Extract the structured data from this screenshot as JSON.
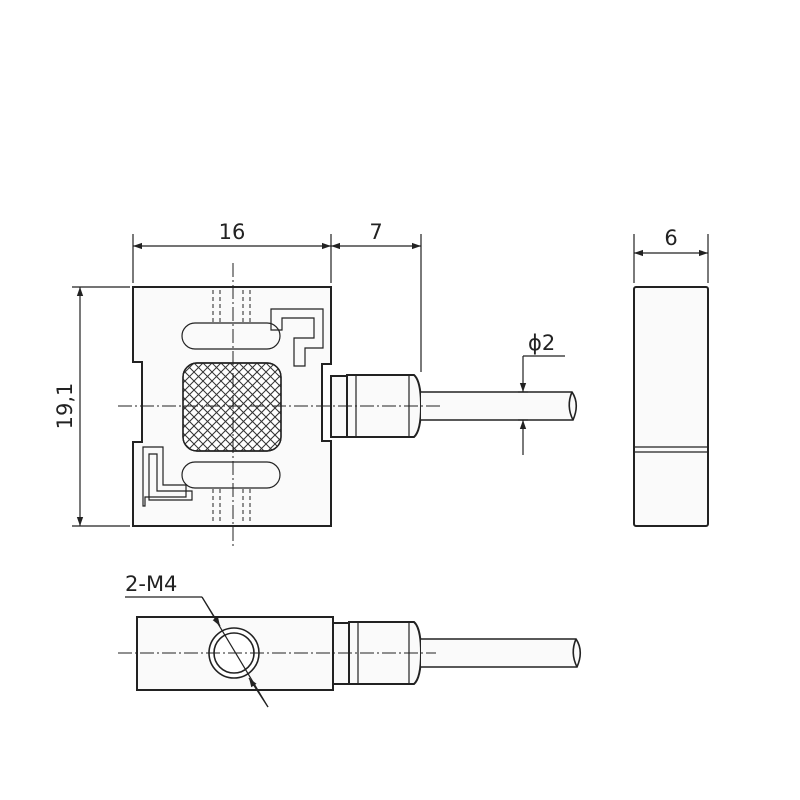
{
  "dimensions": {
    "width": "16",
    "cable_offset": "7",
    "thickness": "6",
    "height": "19,1",
    "cable_diameter": "ϕ2",
    "thread": "2-M4"
  }
}
